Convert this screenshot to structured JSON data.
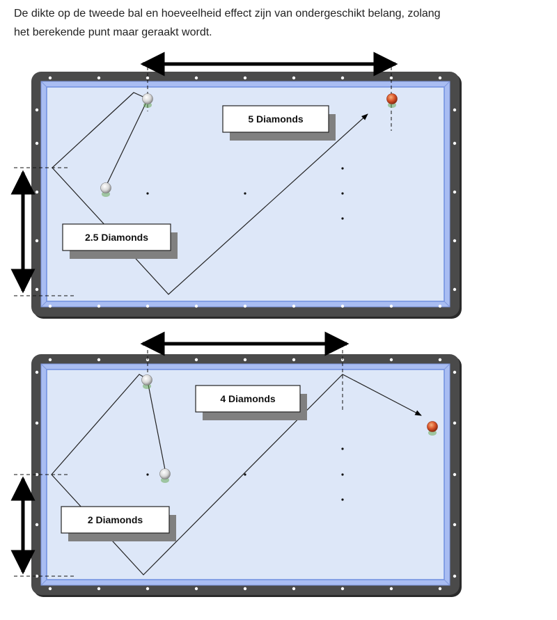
{
  "intro": {
    "line1": "De dikte op de tweede bal en hoeveelheid effect zijn van ondergeschikt belang, zolang",
    "line2": "het berekende punt maar geraakt wordt."
  },
  "colors": {
    "cushion_frame": "#4a4a4a",
    "rail": "#a9bdf2",
    "cloth": "#dde7f8",
    "diamond": "#ffffff",
    "label_shadow": "#808080",
    "ball_white": "#f2f2f2",
    "ball_red": "#d9542a"
  },
  "diagrams": [
    {
      "name": "diagram-1",
      "top_label": "5 Diamonds",
      "side_label": "2.5 Diamonds",
      "top_diamonds": 5,
      "side_diamonds": 2.5
    },
    {
      "name": "diagram-2",
      "top_label": "4 Diamonds",
      "side_label": "2 Diamonds",
      "top_diamonds": 4,
      "side_diamonds": 2
    }
  ]
}
